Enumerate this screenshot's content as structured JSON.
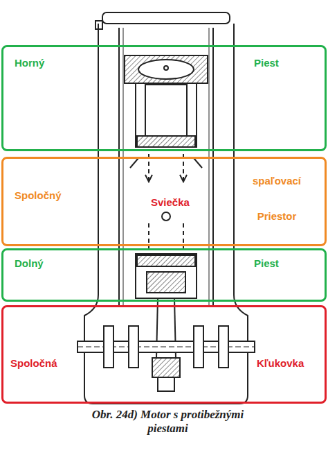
{
  "diagram": {
    "caption": "Obr. 24d) Motor s protibežnými piestami",
    "nodes": [
      {
        "text": [
          "Horný",
          "Piest"
        ]
      },
      {
        "text": [
          "Spoločný",
          "Sviečka",
          "spaľovací Priestor"
        ]
      },
      {
        "text": [
          "Dolný",
          "Piest"
        ]
      },
      {
        "text": [
          "Spoločná",
          "Kľukovka"
        ]
      }
    ]
  }
}
